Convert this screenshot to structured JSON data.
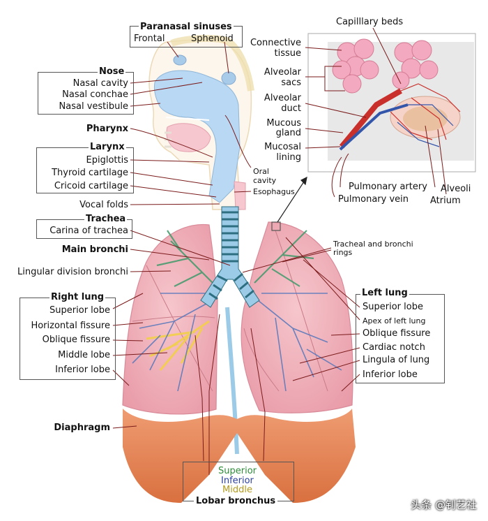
{
  "colors": {
    "lung": "#f2b8bf",
    "lung_dark": "#e79aa6",
    "trachea": "#9ccbe8",
    "cartilage": "#2d6f80",
    "diaphragm": "#e58a5e",
    "airway_blue": "#b8d8f3",
    "bronchi_green": "#3f9a6a",
    "vessel_blue": "#5577bb",
    "middle_lobe_yellow": "#f2cf4a",
    "leader_line": "#7a1a1a",
    "alveoli_pink": "#f3a9bf"
  },
  "labels": {
    "paranasal_sinuses": "Paranasal sinuses",
    "frontal": "Frontal",
    "sphenoid": "Sphenoid",
    "nose": "Nose",
    "nasal_cavity": "Nasal cavity",
    "nasal_conchae": "Nasal conchae",
    "nasal_vestibule": "Nasal vestibule",
    "pharynx": "Pharynx",
    "larynx": "Larynx",
    "epiglottis": "Epiglottis",
    "thyroid_cartilage": "Thyroid cartilage",
    "cricoid_cartilage": "Cricoid cartilage",
    "oral_cavity_line1": "Oral",
    "oral_cavity_line2": "cavity",
    "esophagus": "Esophagus",
    "vocal_folds": "Vocal folds",
    "trachea": "Trachea",
    "carina": "Carina of trachea",
    "main_bronchi": "Main bronchi",
    "lingular_division": "Lingular division bronchi",
    "right_lung": "Right lung",
    "r_superior_lobe": "Superior lobe",
    "horizontal_fissure": "Horizontal fissure",
    "r_oblique_fissure": "Oblique fissure",
    "middle_lobe": "Middle lobe",
    "r_inferior_lobe": "Inferior lobe",
    "diaphragm": "Diaphragm",
    "tracheal_rings_line1": "Tracheal and bronchi",
    "tracheal_rings_line2": "rings",
    "left_lung": "Left lung",
    "l_superior_lobe": "Superior lobe",
    "apex_left_lung": "Apex of left lung",
    "l_oblique_fissure": "Oblique fissure",
    "cardiac_notch": "Cardiac notch",
    "lingula": "Lingula of lung",
    "l_inferior_lobe": "Inferior lobe",
    "capillary_beds": "Capilllary beds",
    "connective_line1": "Connective",
    "connective_line2": "tissue",
    "alveolar_sacs_line1": "Alveolar",
    "alveolar_sacs_line2": "sacs",
    "alveolar_duct_line1": "Alveolar",
    "alveolar_duct_line2": "duct",
    "mucous_gland_line1": "Mucous",
    "mucous_gland_line2": "gland",
    "mucosal_lining_line1": "Mucosal",
    "mucosal_lining_line2": "lining",
    "pulmonary_artery": "Pulmonary artery",
    "pulmonary_vein": "Pulmonary vein",
    "alveoli": "Alveoli",
    "atrium": "Atrium",
    "lobar_superior": "Superior",
    "lobar_inferior": "Inferior",
    "lobar_middle": "Middle",
    "lobar_bronchus": "Lobar bronchus"
  },
  "watermark": "头条 @钊艺社"
}
